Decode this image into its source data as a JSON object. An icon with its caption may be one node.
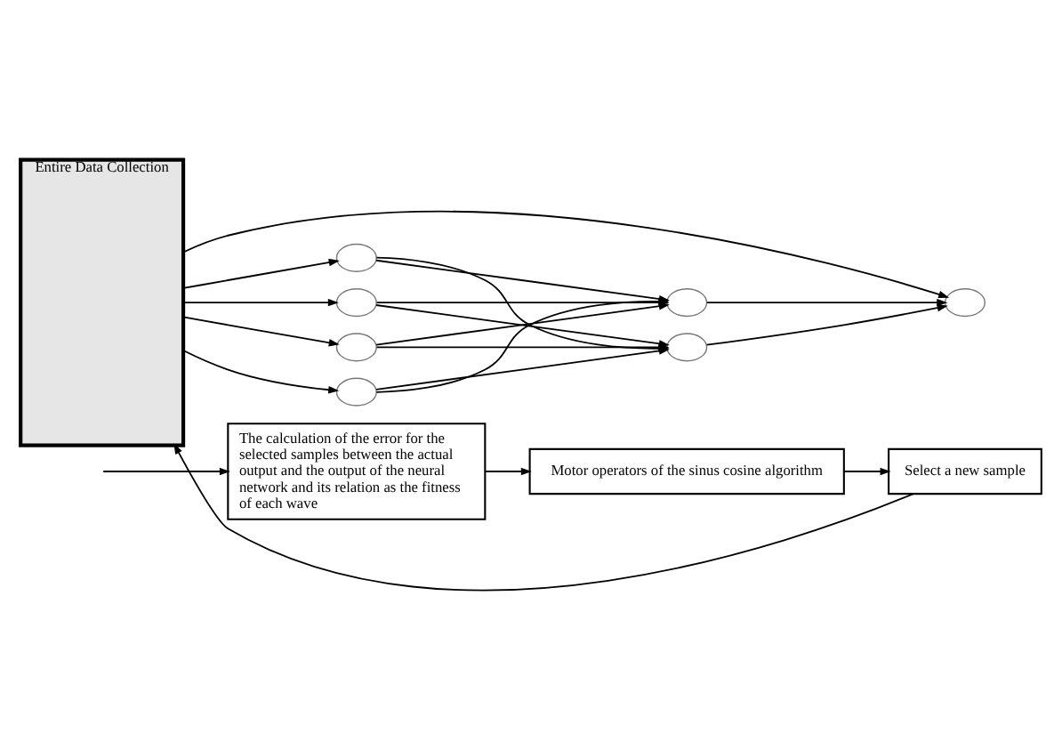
{
  "diagram": {
    "nodes": [
      {
        "text": [
          "Entire Data Collection"
        ]
      },
      {
        "text": [],
        "shape": "circle"
      },
      {
        "text": [],
        "shape": "circle"
      },
      {
        "text": [],
        "shape": "circle"
      },
      {
        "text": [],
        "shape": "circle"
      },
      {
        "text": [],
        "shape": "circle"
      },
      {
        "text": [],
        "shape": "circle"
      },
      {
        "text": [],
        "shape": "circle"
      },
      {
        "text": [
          "The calculation of the error for the selected samples between the actual output and the output of the neural network and its relation as the fitness of each wave"
        ]
      },
      {
        "text": [
          "Motor operators of the sinus cosine algorithm"
        ]
      },
      {
        "text": [
          "Select a new sample"
        ]
      }
    ],
    "edges": [
      {
        "from": 0,
        "to": 1,
        "arrow": "to"
      },
      {
        "from": 0,
        "to": 2,
        "arrow": "to"
      },
      {
        "from": 0,
        "to": 3,
        "arrow": "to"
      },
      {
        "from": 0,
        "to": 4,
        "arrow": "to"
      },
      {
        "from": 1,
        "to": 5,
        "arrow": "to"
      },
      {
        "from": 1,
        "to": 6,
        "arrow": "to"
      },
      {
        "from": 2,
        "to": 5,
        "arrow": "to"
      },
      {
        "from": 2,
        "to": 6,
        "arrow": "to"
      },
      {
        "from": 3,
        "to": 5,
        "arrow": "to"
      },
      {
        "from": 3,
        "to": 6,
        "arrow": "to"
      },
      {
        "from": 4,
        "to": 5,
        "arrow": "to"
      },
      {
        "from": 4,
        "to": 6,
        "arrow": "to"
      },
      {
        "from": 5,
        "to": 7,
        "arrow": "to"
      },
      {
        "from": 6,
        "to": 7,
        "arrow": "to"
      },
      {
        "from": 0,
        "to": 7,
        "arrow": "to"
      },
      {
        "from": null,
        "to": 8,
        "arrow": "to"
      },
      {
        "from": 8,
        "to": 9,
        "arrow": "to"
      },
      {
        "from": 9,
        "to": 10,
        "arrow": "to"
      },
      {
        "from": 10,
        "to": 0,
        "arrow": "to"
      }
    ]
  }
}
